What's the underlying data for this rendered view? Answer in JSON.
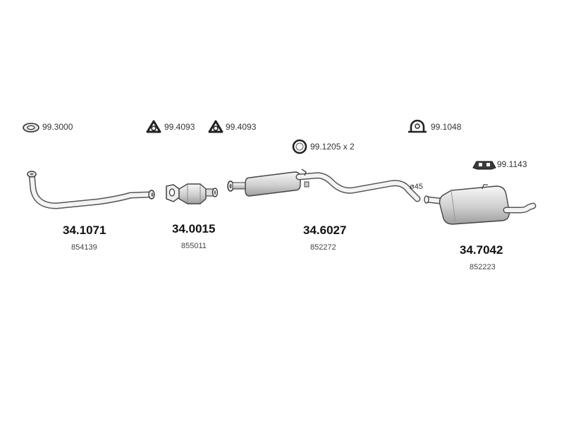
{
  "fittings": [
    {
      "id": "f1",
      "code": "99.3000",
      "icon": "gasket-ring-icon"
    },
    {
      "id": "f2",
      "code": "99.4093",
      "icon": "triangular-flange-gasket-icon"
    },
    {
      "id": "f3",
      "code": "99.4093",
      "icon": "triangular-flange-gasket-icon"
    },
    {
      "id": "f4",
      "code": "99.1205 x 2",
      "icon": "o-ring-icon"
    },
    {
      "id": "f5",
      "code": "99.1048",
      "icon": "pipe-clamp-icon"
    },
    {
      "id": "f6",
      "code": "99.1143",
      "icon": "rubber-mount-icon"
    }
  ],
  "parts": [
    {
      "id": "p1",
      "number": "34.1071",
      "oem": "854139",
      "icon": "front-pipe-icon"
    },
    {
      "id": "p2",
      "number": "34.0015",
      "oem": "855011",
      "icon": "catalytic-converter-icon"
    },
    {
      "id": "p3",
      "number": "34.6027",
      "oem": "852272",
      "icon": "middle-silencer-icon"
    },
    {
      "id": "p4",
      "number": "34.7042",
      "oem": "852223",
      "icon": "rear-silencer-icon"
    }
  ],
  "diameter_label": "ø45",
  "colors": {
    "line": "#555555",
    "fill_light": "#f2f2f2",
    "fill_mid": "#d9d9d9",
    "fill_dark": "#bdbdbd"
  }
}
